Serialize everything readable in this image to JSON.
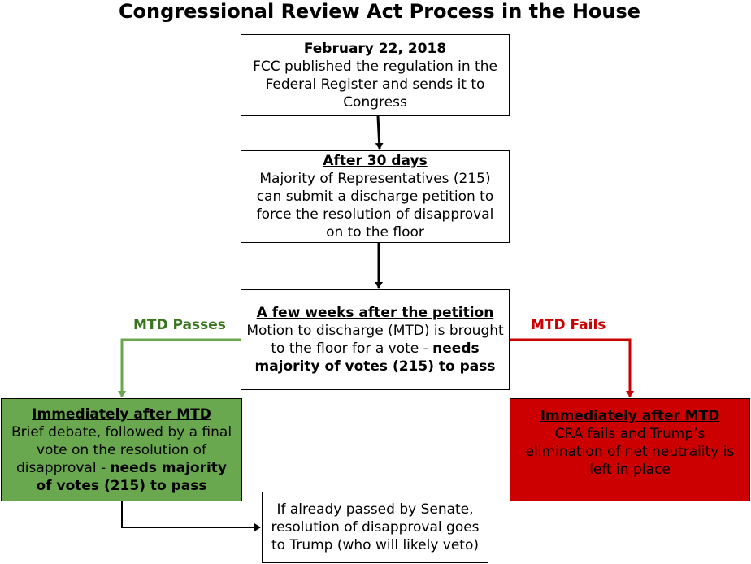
{
  "title": "Congressional Review Act Process in the House",
  "colors": {
    "pass": "#6aa84f",
    "pass_label": "#38761d",
    "fail": "#cc0000"
  },
  "boxes": {
    "step1": {
      "heading": "February 22, 2018",
      "body": "FCC published the regulation in the Federal Register and sends it to Congress"
    },
    "step2": {
      "heading": "After 30 days",
      "body": "Majority of Representatives (215) can submit a discharge petition to force the resolution of disapproval on to the floor"
    },
    "step3": {
      "heading": "A few weeks after the petition",
      "body": "Motion to discharge (MTD) is brought to the floor for a vote -",
      "body_bold": "needs majority of votes (215) to pass"
    },
    "pass": {
      "heading": "Immediately after MTD",
      "body": "Brief debate, followed by a final vote on the resolution of disapproval -",
      "body_bold": "needs majority of votes (215) to pass"
    },
    "fail": {
      "heading": "Immediately after MTD",
      "body": "CRA fails and Trump’s elimination of net neutrality is left in place"
    },
    "senate": {
      "body": "If already passed by Senate, resolution of disapproval goes to Trump (who will likely veto)"
    }
  },
  "labels": {
    "mtd_passes": "MTD Passes",
    "mtd_fails": "MTD Fails"
  }
}
